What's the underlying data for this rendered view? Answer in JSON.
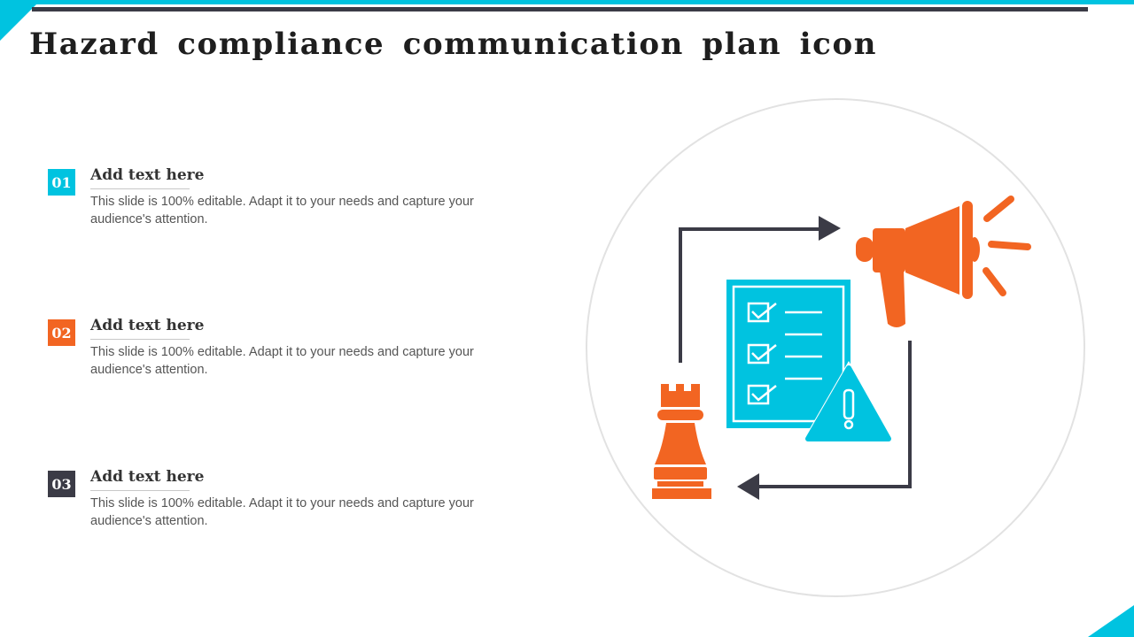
{
  "slide": {
    "title": "Hazard compliance communication plan icon",
    "items": [
      {
        "number": "01",
        "heading": "Add text here",
        "text": "This slide is 100% editable. Adapt it to your needs and capture your audience's attention.",
        "color": "#00c3e0"
      },
      {
        "number": "02",
        "heading": "Add text here",
        "text": "This slide is 100% editable. Adapt it to your needs and capture your audience's attention.",
        "color": "#f26522"
      },
      {
        "number": "03",
        "heading": "Add text here",
        "text": "This slide is 100% editable. Adapt it to your needs and capture your audience's attention.",
        "color": "#3b3b46"
      }
    ]
  },
  "illustration": {
    "icons": [
      "checklist-document-icon",
      "megaphone-icon",
      "warning-triangle-icon",
      "chess-rook-icon",
      "cycle-arrows-icon"
    ],
    "colors": {
      "cyan": "#00c3e0",
      "orange": "#f26522",
      "dark": "#3b3b46"
    }
  }
}
